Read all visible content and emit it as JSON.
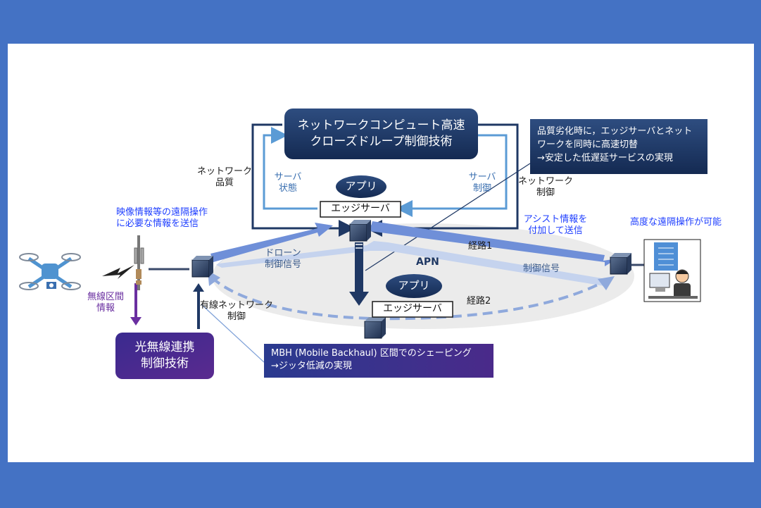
{
  "nc_box": {
    "line1": "ネットワークコンピュート高速",
    "line2": "クローズドループ制御技術"
  },
  "quality_box": {
    "line1": "品質劣化時に，エッジサーバとネット",
    "line2": "ワークを同時に高速切替",
    "line3": "→安定した低遅延サービスの実現"
  },
  "mbh_box": {
    "line1": "MBH (Mobile Backhaul) 区間でのシェーピング",
    "line2": "→ジッタ低減の実現"
  },
  "optical_box": {
    "line1": "光無線連携",
    "line2": "制御技術"
  },
  "edge1": {
    "app": "アプリ",
    "server": "エッジサーバ"
  },
  "edge2": {
    "app": "アプリ",
    "server": "エッジサーバ"
  },
  "labels": {
    "nw_quality_1": "ネットワーク",
    "nw_quality_2": "品質",
    "server_state_1": "サーバ",
    "server_state_2": "状態",
    "server_ctrl_1": "サーバ",
    "server_ctrl_2": "制御",
    "nw_ctrl_1": "ネットワーク",
    "nw_ctrl_2": "制御",
    "video_1": "映像情報等の遠隔操作",
    "video_2": "に必要な情報を送信",
    "assist_1": "アシスト情報を",
    "assist_2": "付加して送信",
    "remote": "高度な遠隔操作が可能",
    "drone_ctrl_1": "ドローン",
    "drone_ctrl_2": "制御信号",
    "ctrl_signal": "制御信号",
    "route1": "経路1",
    "route2": "経路2",
    "apn": "APN",
    "wireless_1": "無線区間",
    "wireless_2": "情報",
    "wired_1": "有線ネットワーク",
    "wired_2": "制御"
  },
  "colors": {
    "frame": "#4472c4",
    "dark_navy": "#1f3864",
    "purple": "#4b2a8a",
    "light_arrow": "#b4c7e7",
    "mid_arrow": "#8fa9dc",
    "loop_line": "#5b9bd5",
    "blue_text": "#1f3fff"
  }
}
